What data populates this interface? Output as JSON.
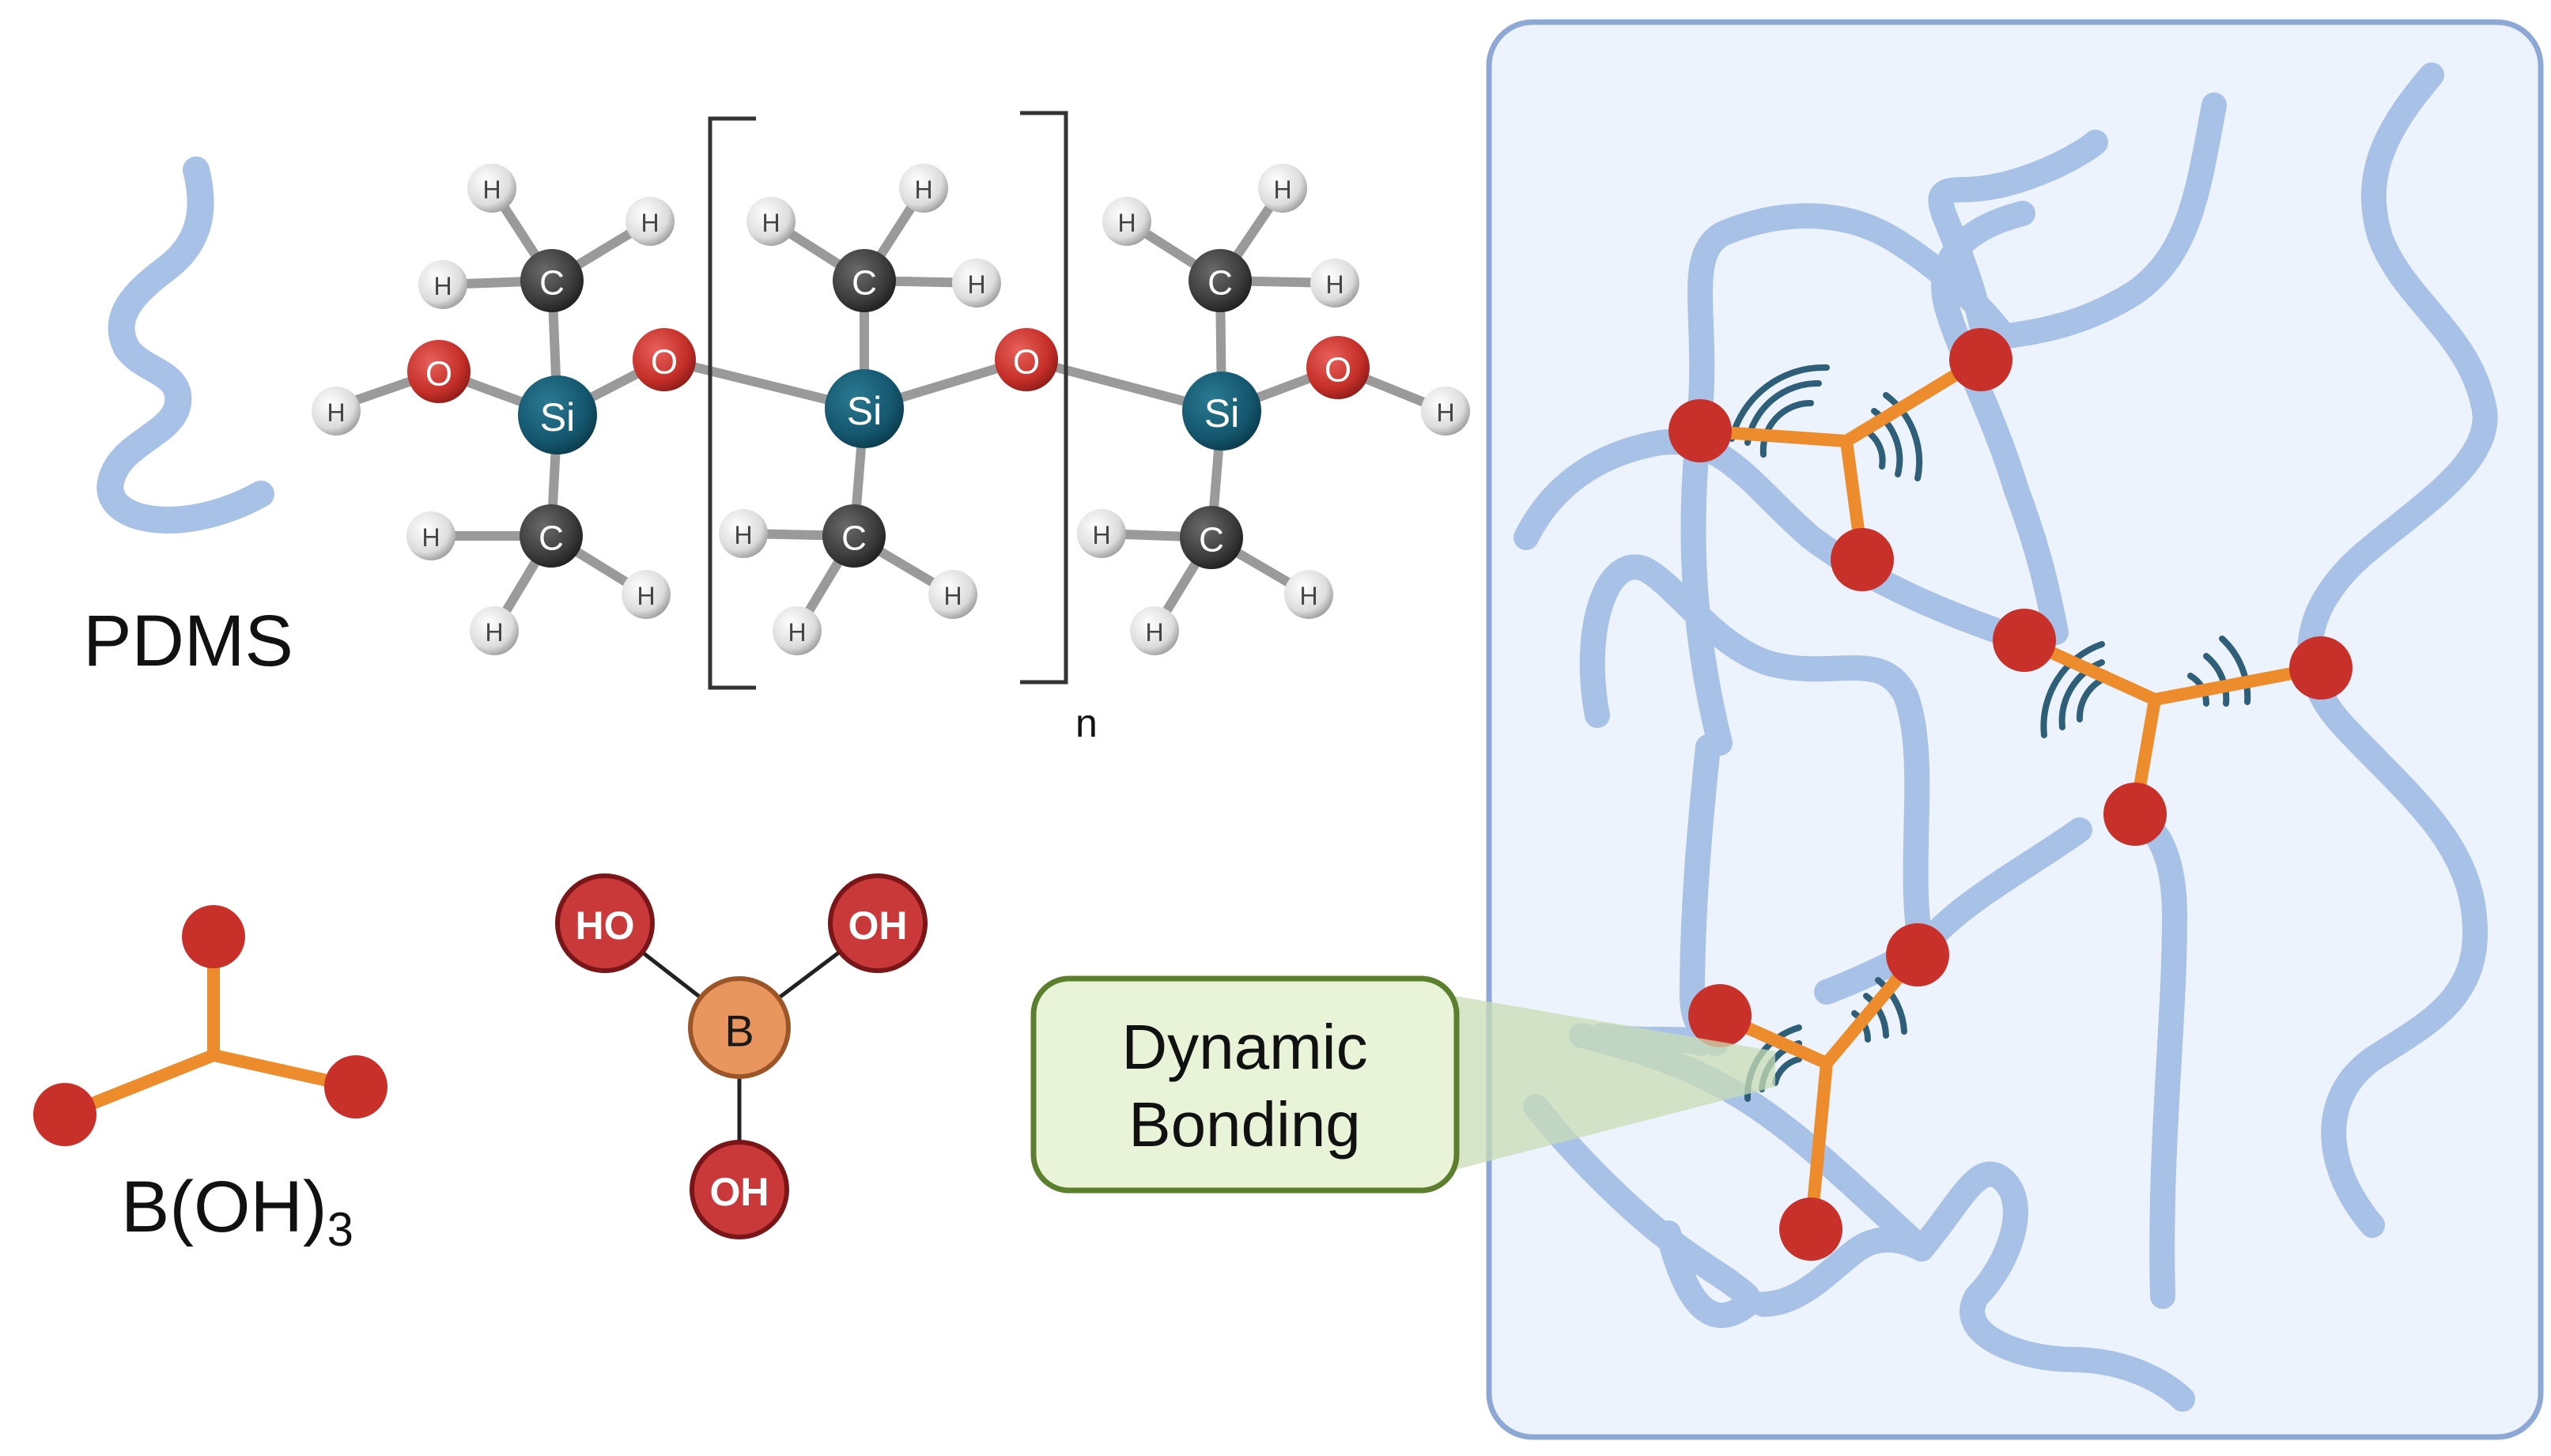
{
  "pdms": {
    "label": "PDMS",
    "repeat_subscript": "n"
  },
  "boric_acid": {
    "label_main": "B(OH)",
    "label_subscript": "3",
    "hydroxyl_left": "HO",
    "hydroxyl_right": "OH",
    "hydroxyl_bottom": "OH",
    "center_atom": "B"
  },
  "atom_symbols": {
    "silicon": "Si",
    "oxygen": "O",
    "carbon": "C",
    "hydrogen": "H"
  },
  "callout": {
    "line1": "Dynamic",
    "line2": "Bonding"
  },
  "colors": {
    "chain": "#a8c1e6",
    "bond_orange": "#ec8c2c",
    "oxygen_red": "#c8302a",
    "silicon_teal": "#14566e",
    "carbon_dark": "#3c3c3c",
    "hydrogen_light": "#e8e8e8",
    "boron_orange": "#e8955e",
    "wave_teal": "#2f5f78",
    "network_bg": "#ecf3fc",
    "network_border": "#8ea8d6",
    "callout_bg": "#e8f3d8",
    "callout_border": "#5b7f2c"
  }
}
